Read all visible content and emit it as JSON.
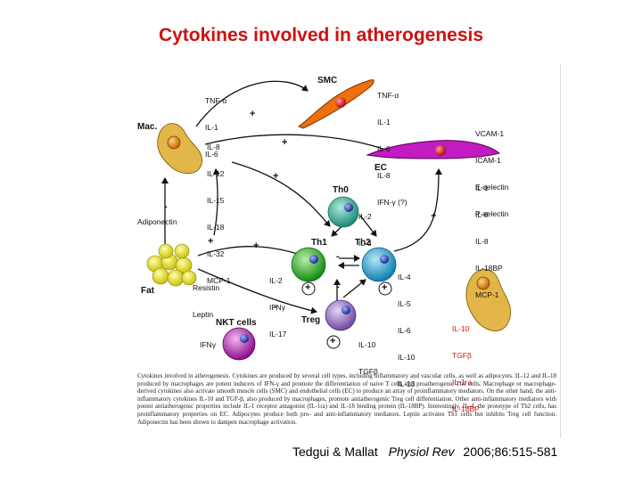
{
  "slide": {
    "title": "Cytokines involved in atherogenesis",
    "citation_authors": "Tedgui & Mallat",
    "citation_journal": "Physiol Rev",
    "citation_ref": "2006;86:515-581"
  },
  "cells": {
    "smc": "SMC",
    "mac": "Mac.",
    "ec": "EC",
    "th0": "Th0",
    "th1": "Th1",
    "th2": "Th2",
    "treg": "Treg",
    "fat": "Fat",
    "nkt": "NKT cells"
  },
  "labels": {
    "mac_cytokines": [
      "TNF-α",
      "IL-1",
      "IL-6"
    ],
    "smc_cytokines": [
      "TNF-α",
      "IL-1",
      "IL-6",
      "IL-8",
      "IFN-γ (?)"
    ],
    "ec_adhesion": [
      "VCAM-1",
      "ICAM-1",
      "E-selectin",
      "P-selectin"
    ],
    "mac_th1_cytokines": [
      "IL-8",
      "IL-12",
      "IL-15",
      "IL-18",
      "IL-32",
      "MCP-1"
    ],
    "ec_cytokines": [
      "IL-1",
      "IL-6",
      "IL-8",
      "IL-18BP",
      "MCP-1"
    ],
    "th0_cytokines": [
      "IL-2",
      "IL-3"
    ],
    "th1_cytokines": [
      "IL-2",
      "IFNγ",
      "IL-17"
    ],
    "th2_cytokines": [
      "IL-4",
      "IL-5",
      "IL-6",
      "IL-10",
      "IL-13"
    ],
    "treg_cytokines": [
      "IL-10",
      "TGFβ"
    ],
    "adiponectin": "Adiponectin",
    "fat_adipokines": [
      "Resistin",
      "Leptin"
    ],
    "nkt_cytokine": "IFNγ",
    "antiinflammatory": [
      "IL-10",
      "TGFβ",
      "IL-1ra",
      "IL-18BP"
    ]
  },
  "caption": "Cytokines involved in atherogenesis. Cytokines are produced by several cell types, including inflammatory and vascular cells, as well as adipocytes. IL-12 and IL-18 produced by macrophages are potent inducers of IFN-γ and promote the differentiation of naive T cells into proatherogenic Th1 cells. Macrophage or macrophage-derived cytokines also activate smooth muscle cells (SMC) and endothelial cells (EC) to produce an array of proinflammatory mediators. On the other hand, the anti-inflammatory cytokines IL-10 and TGF-β, also produced by macrophages, promote antiatherogenic Treg cell differentiation. Other anti-inflammatory mediators with potent antiatherogenic properties include IL-1 receptor antagonist (IL-1ra) and IL-18 binding protein (IL-18BP). Interestingly, IL-4, the prototype of Th2 cells, has proinflammatory properties on EC. Adipocytes produce both pro- and anti-inflammatory mediators. Leptin activates Th1 cells but inhibits Treg cell function. Adiponectin has been shown to dampen macrophage activation.",
  "colors": {
    "title": "#cc1111",
    "macrophage": "#e6b84a",
    "smc": "#f07a10",
    "ec": "#c01ec0",
    "th0": "#2aa08a",
    "th1": "#20b020",
    "th2": "#1a9fd0",
    "treg": "#8d63c0",
    "nkt": "#b01ab0",
    "fat": "#e6e020",
    "nucleus": "#d01010"
  }
}
